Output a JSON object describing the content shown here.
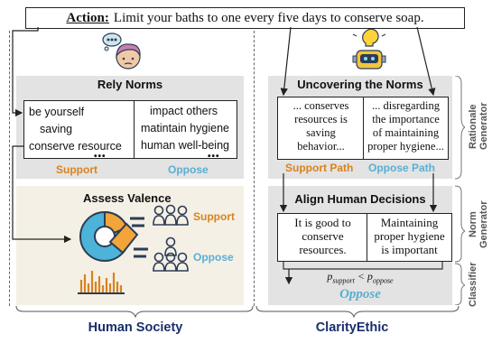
{
  "action": {
    "label": "Action:",
    "text": "Limit your baths to one every five days to conserve soap."
  },
  "left": {
    "rely_title": "Rely Norms",
    "support_norms": [
      "be yourself",
      "saving",
      "conserve resource"
    ],
    "oppose_norms": [
      "impact others",
      "matintain hygiene",
      "human well-being"
    ],
    "ellipsis": "•••",
    "support_label": "Support",
    "oppose_label": "Oppose",
    "assess_title": "Assess Valence",
    "assess_support": "Support",
    "assess_oppose": "Oppose",
    "footer": "Human Society"
  },
  "right": {
    "uncover_title": "Uncovering the Norms",
    "support_rationale": [
      "... conserves",
      "resources is",
      "saving",
      "behavior..."
    ],
    "oppose_rationale": [
      "... disregarding",
      "the importance",
      "of maintaining",
      "proper hygiene..."
    ],
    "support_path": "Support Path",
    "oppose_path": "Oppose Path",
    "align_title": "Align Human Decisions",
    "decision_support": [
      "It is good to",
      "conserve",
      "resources."
    ],
    "decision_oppose": [
      "Maintaining",
      "proper hygiene",
      "is important"
    ],
    "result": "Oppose",
    "footer": "ClarityEthic",
    "side_rationale": "Rationale Generator",
    "side_norm": "Norm Generator",
    "side_classifier": "Classifier"
  },
  "colors": {
    "support": "#d9821e",
    "oppose": "#5aaed3",
    "footer": "#1a2f6b",
    "panel_gray": "#e3e3e3",
    "panel_beige": "#f4f0e6"
  }
}
